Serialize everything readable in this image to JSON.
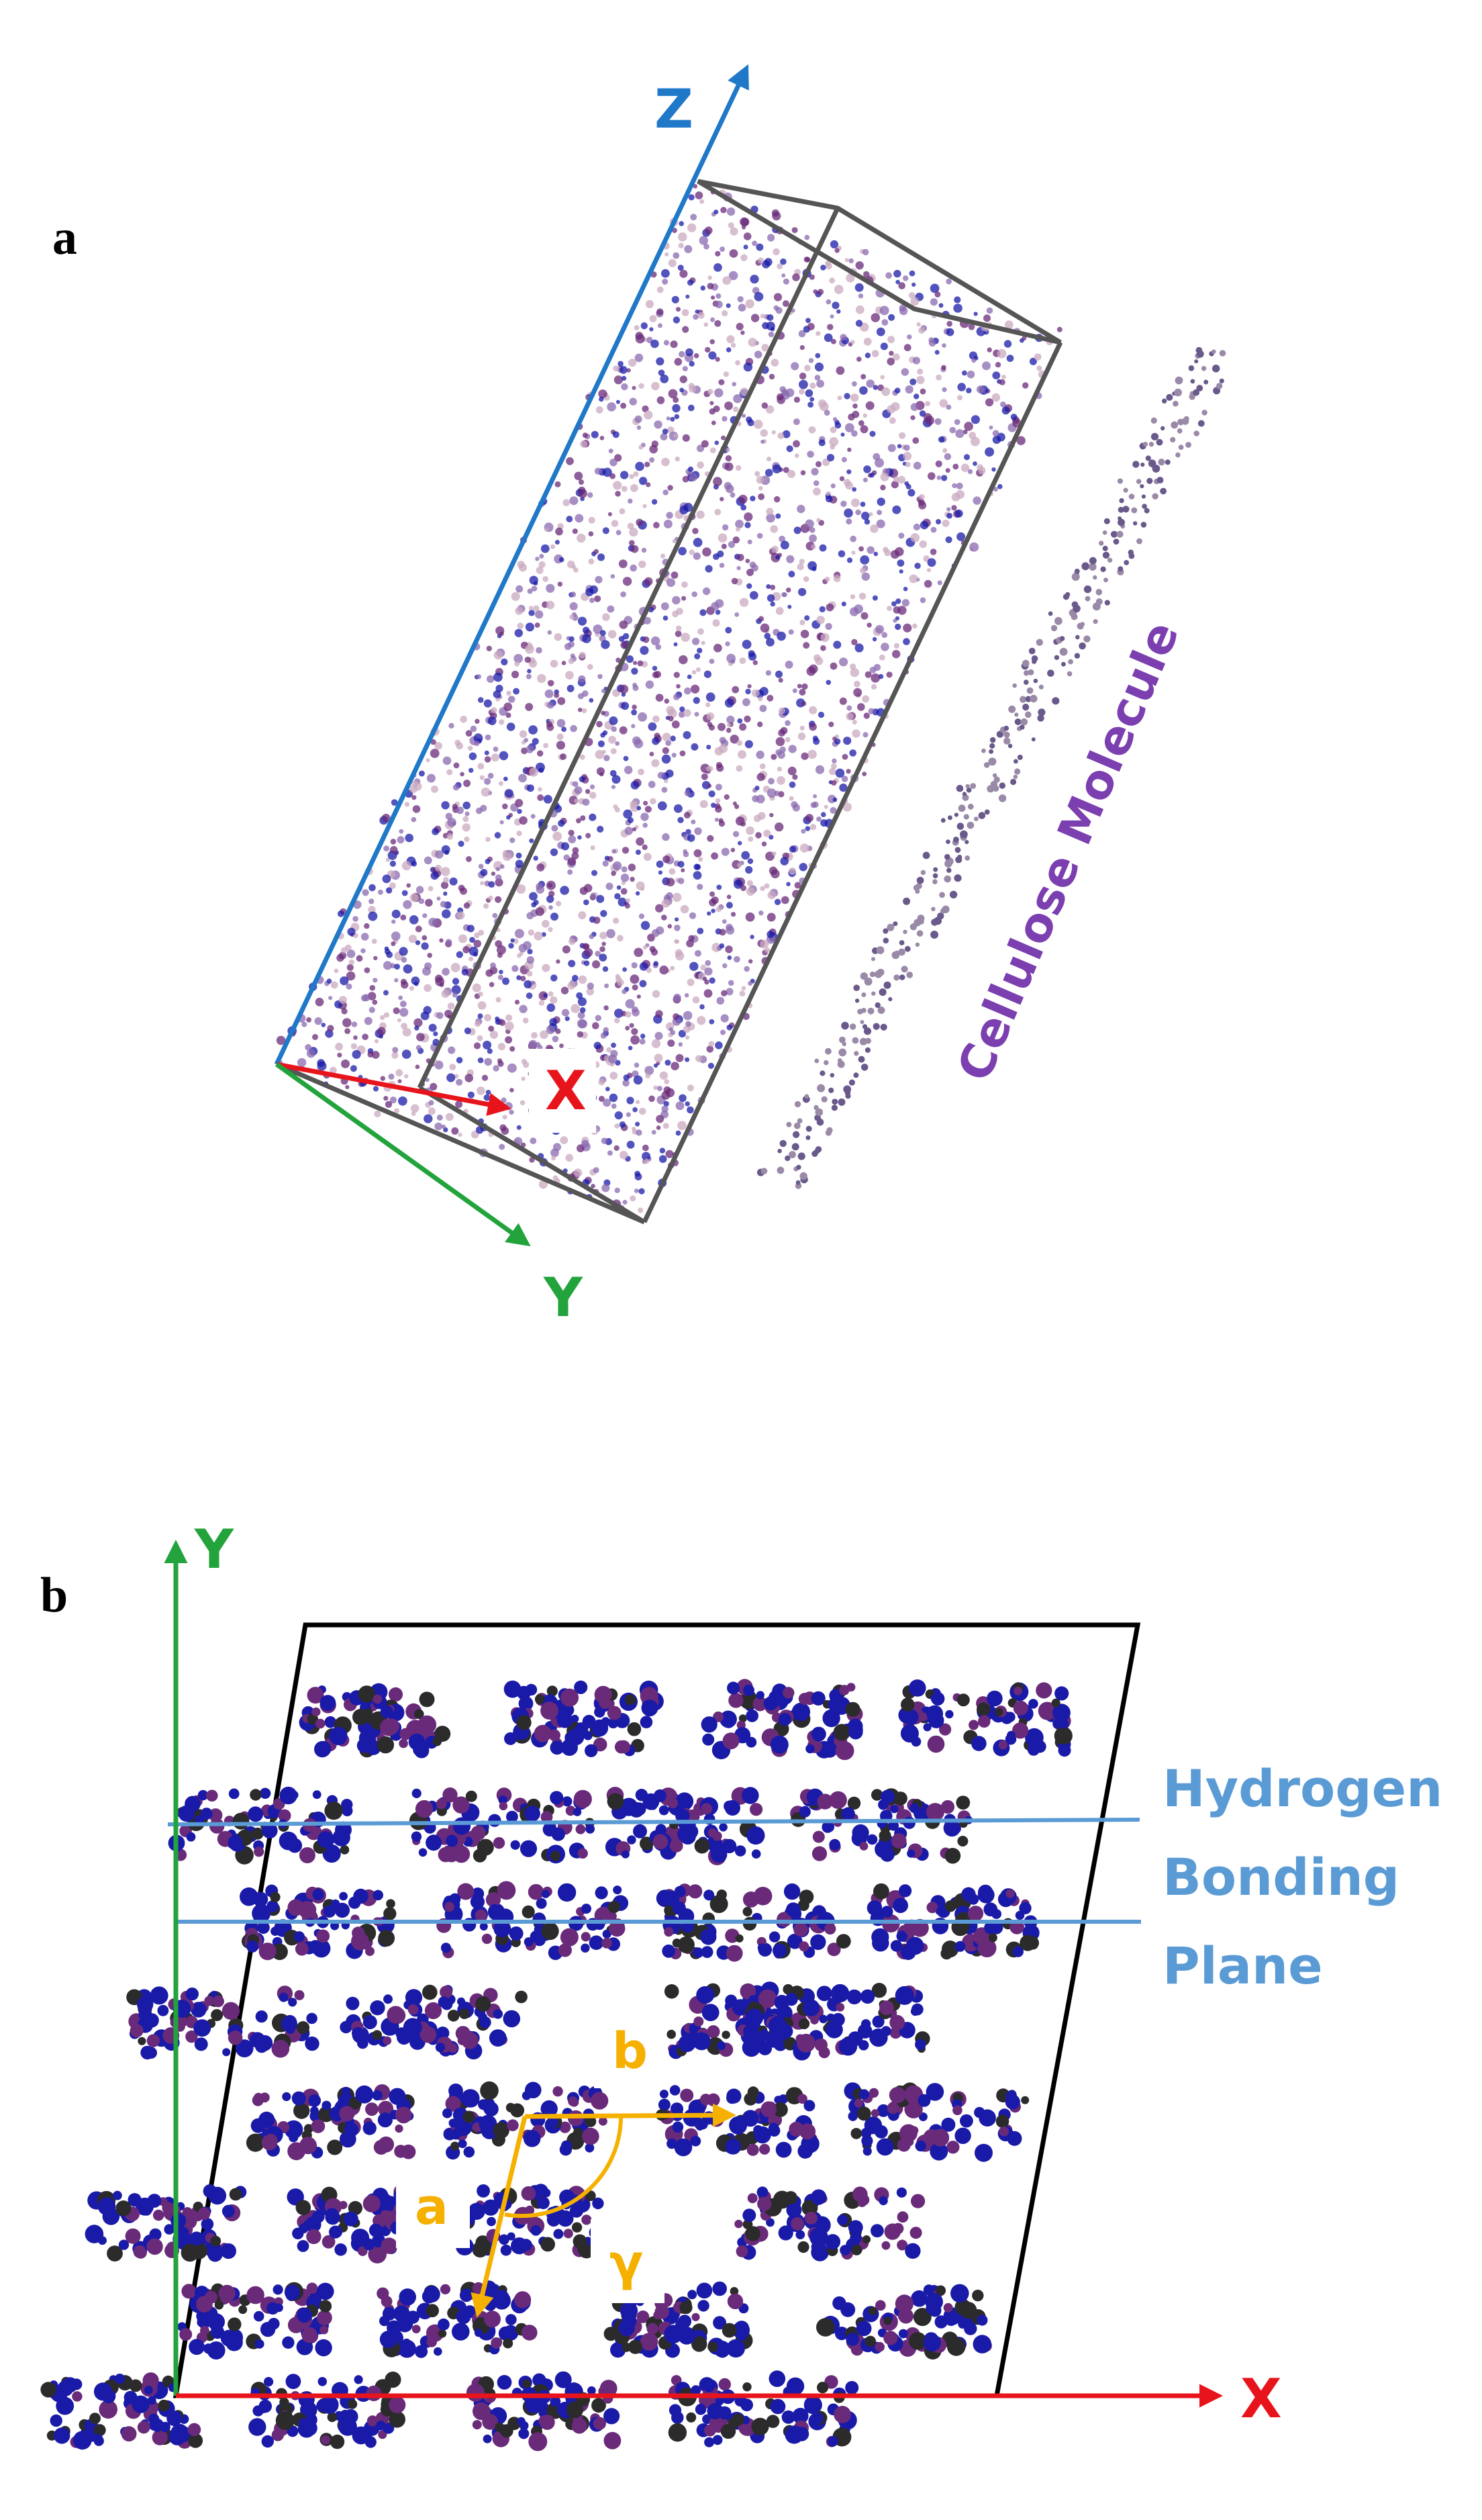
{
  "panel_a": {
    "letter": "a",
    "axis_labels": {
      "z": "Z",
      "x": "X",
      "y": "Y"
    },
    "molecule_label": "Cellulose Molecule"
  },
  "panel_b": {
    "letter": "b",
    "axis_labels": {
      "y": "Y",
      "x": "X"
    },
    "plane_label": [
      "Hydrogen",
      "Bonding",
      "Plane"
    ],
    "lattice_labels": {
      "a": "a",
      "b": "b",
      "gamma": "γ"
    }
  },
  "colors": {
    "z_axis": "#1f78c8",
    "x_axis": "#e8141c",
    "y_axis": "#22a33c",
    "molecule_label": "#7b3fb0",
    "plane": "#5b9bd5",
    "lattice": "#f5b000",
    "atom_blue": "#1a1aa8",
    "atom_purple": "#6a2a7a",
    "atom_dark": "#2b2b2b"
  }
}
